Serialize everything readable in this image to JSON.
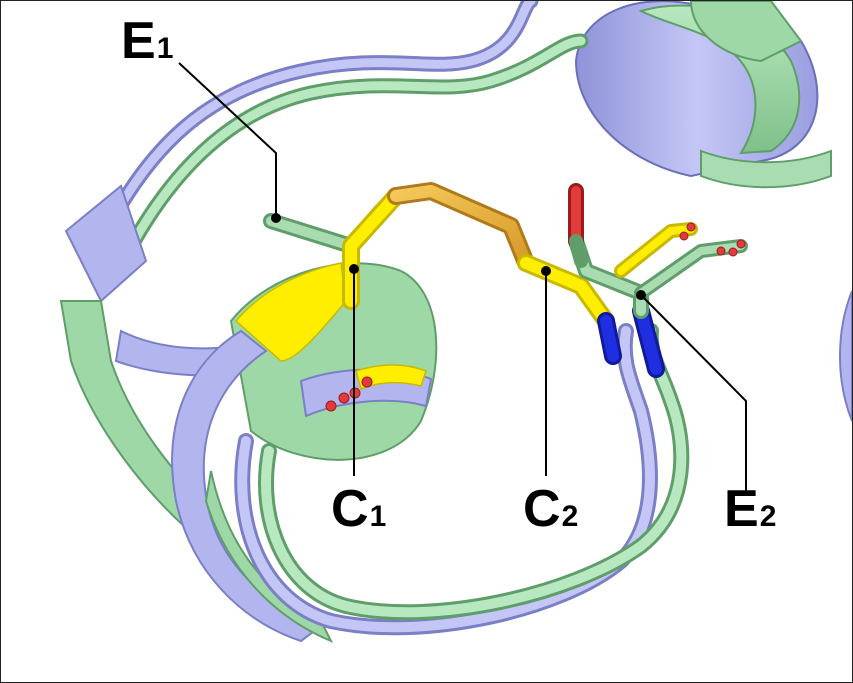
{
  "colors": {
    "ribbon_green": "#9ed8a6",
    "ribbon_green_dark": "#5f9e6a",
    "ribbon_lavender": "#b3b6ee",
    "ribbon_lavender_dark": "#7a7fc6",
    "disulfide_yellow": "#ffee00",
    "disulfide_gold": "#e7ad36",
    "oxygen_red": "#e33b3b",
    "nitrogen_blue": "#1f2ee0",
    "leader_line": "#000000"
  },
  "labels": {
    "e1": {
      "main": "E",
      "sub": "1"
    },
    "c1": {
      "main": "C",
      "sub": "1"
    },
    "c2": {
      "main": "C",
      "sub": "2"
    },
    "e2": {
      "main": "E",
      "sub": "2"
    }
  }
}
